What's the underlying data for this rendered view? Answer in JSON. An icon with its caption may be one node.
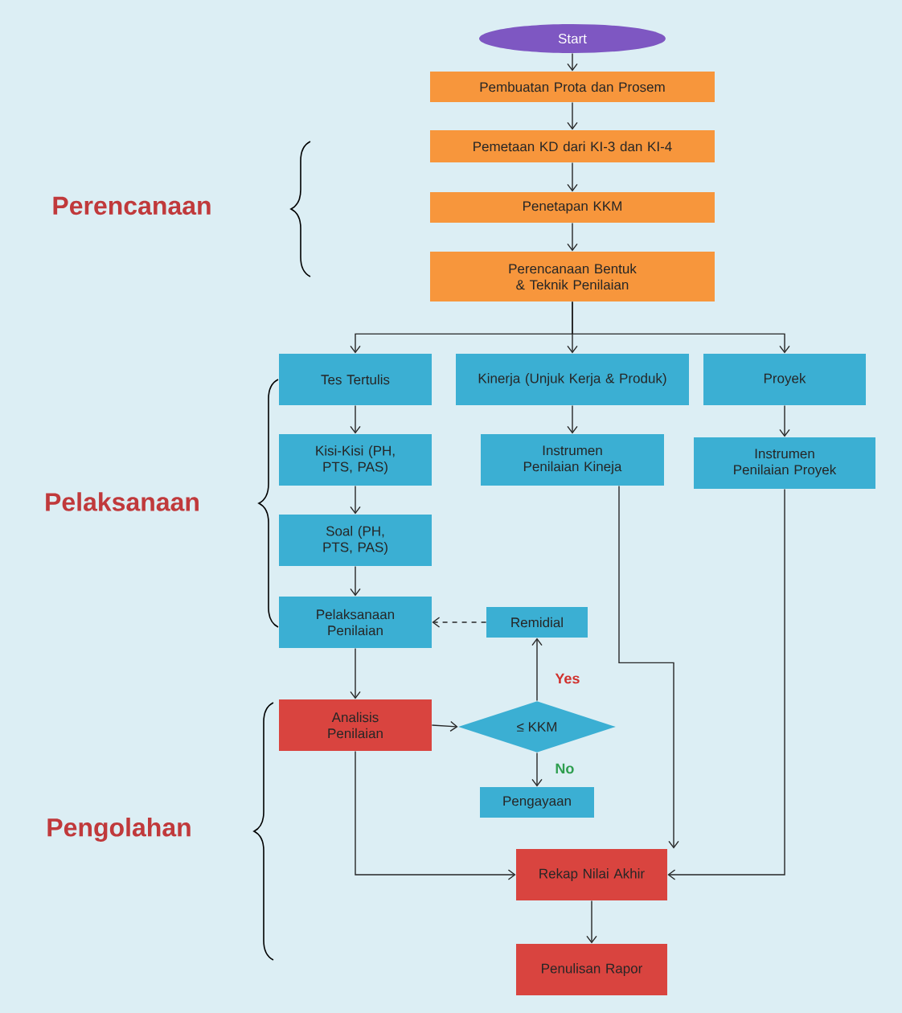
{
  "diagram": {
    "nodes": [
      {
        "text": [
          "Start"
        ]
      },
      {
        "text": [
          "Pembuatan Prota dan Prosem"
        ]
      },
      {
        "text": [
          "Pemetaan KD dari KI-3 dan KI-4"
        ]
      },
      {
        "text": [
          "Penetapan KKM"
        ]
      },
      {
        "text": [
          "Perencanaan Bentuk & Teknik Penilaian"
        ]
      },
      {
        "text": [
          "Tes Tertulis"
        ]
      },
      {
        "text": [
          "Kinerja (Unjuk Kerja & Produk)"
        ]
      },
      {
        "text": [
          "Proyek"
        ]
      },
      {
        "text": [
          "Kisi-Kisi (PH, PTS, PAS)"
        ]
      },
      {
        "text": [
          "Instrumen Penilaian Kineja"
        ]
      },
      {
        "text": [
          "Instrumen Penilaian Proyek"
        ]
      },
      {
        "text": [
          "Soal (PH, PTS, PAS)"
        ]
      },
      {
        "text": [
          "Pelaksanaan Penilaian"
        ]
      },
      {
        "text": [
          "Remidial"
        ]
      },
      {
        "text": [
          "Analisis Penilaian"
        ]
      },
      {
        "text": [
          "≤ KKM"
        ]
      },
      {
        "text": [
          "Pengayaan"
        ]
      },
      {
        "text": [
          "Rekap Nilai Akhir"
        ]
      },
      {
        "text": [
          "Penulisan Rapor"
        ]
      }
    ],
    "edges": [
      {
        "from": 0,
        "to": 1,
        "arrow": "to"
      },
      {
        "from": 1,
        "to": 2,
        "arrow": "to"
      },
      {
        "from": 2,
        "to": 3,
        "arrow": "to"
      },
      {
        "from": 3,
        "to": 4,
        "arrow": "to"
      },
      {
        "from": 4,
        "to": 5,
        "arrow": "to"
      },
      {
        "from": 4,
        "to": 6,
        "arrow": "to"
      },
      {
        "from": 4,
        "to": 7,
        "arrow": "to"
      },
      {
        "from": 5,
        "to": 8,
        "arrow": "to"
      },
      {
        "from": 8,
        "to": 11,
        "arrow": "to"
      },
      {
        "from": 11,
        "to": 12,
        "arrow": "to"
      },
      {
        "from": 6,
        "to": 9,
        "arrow": "to"
      },
      {
        "from": 7,
        "to": 10,
        "arrow": "to"
      },
      {
        "from": 13,
        "to": 12,
        "arrow": "to",
        "style": "dashed"
      },
      {
        "from": 12,
        "to": 14,
        "arrow": "to"
      },
      {
        "from": 14,
        "to": 15,
        "arrow": "to"
      },
      {
        "from": 15,
        "to": 13,
        "arrow": "to",
        "label": "Yes"
      },
      {
        "from": 15,
        "to": 16,
        "arrow": "to",
        "label": "No"
      },
      {
        "from": 9,
        "to": 17,
        "arrow": "to"
      },
      {
        "from": 10,
        "to": 17,
        "arrow": "to"
      },
      {
        "from": 14,
        "to": 17,
        "arrow": "to"
      },
      {
        "from": 17,
        "to": 18,
        "arrow": "to"
      }
    ],
    "labels": [
      "Perencanaan",
      "Pelaksanaan",
      "Pengolahan"
    ]
  }
}
